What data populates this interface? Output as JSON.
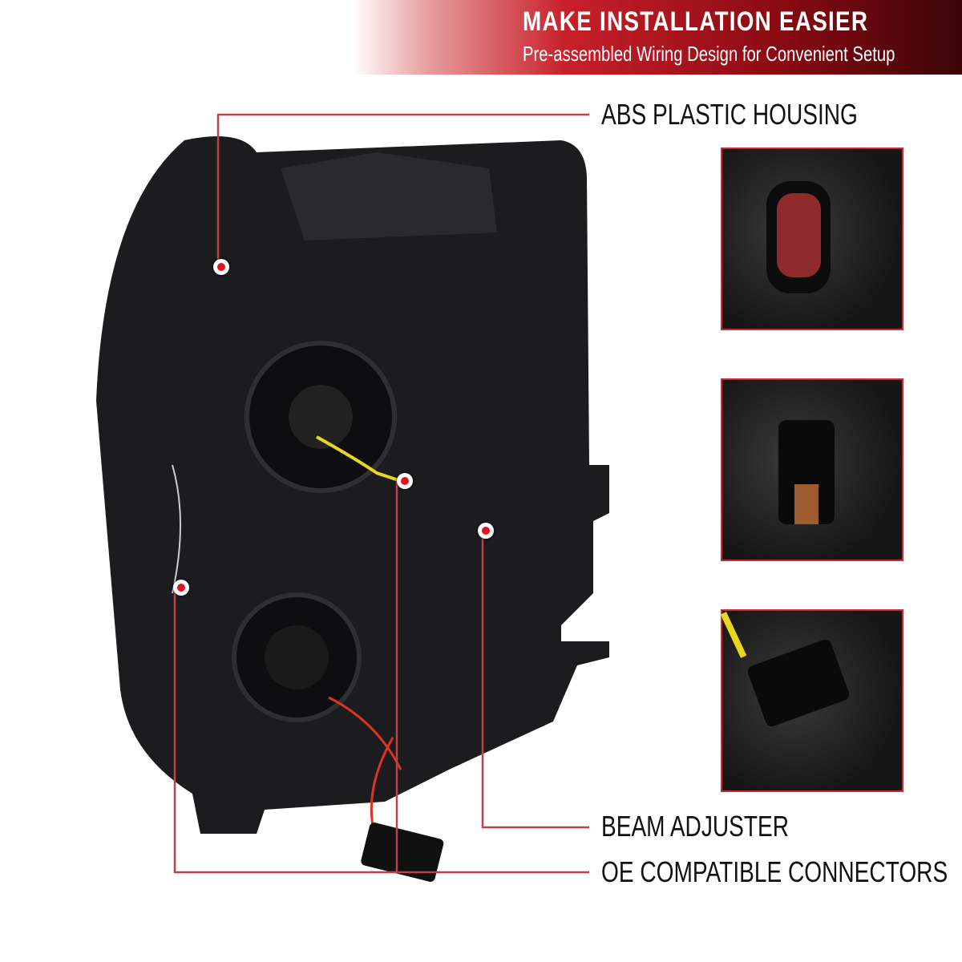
{
  "banner": {
    "title": "MAKE INSTALLATION EASIER",
    "subtitle": "Pre-assembled Wiring Design for Convenient Setup"
  },
  "callouts": [
    {
      "label": "ABS PLASTIC HOUSING"
    },
    {
      "label": "BEAM ADJUSTER"
    },
    {
      "label": "OE COMPATIBLE CONNECTORS"
    }
  ],
  "colors": {
    "accent": "#d6262e",
    "line": "#c04048"
  }
}
